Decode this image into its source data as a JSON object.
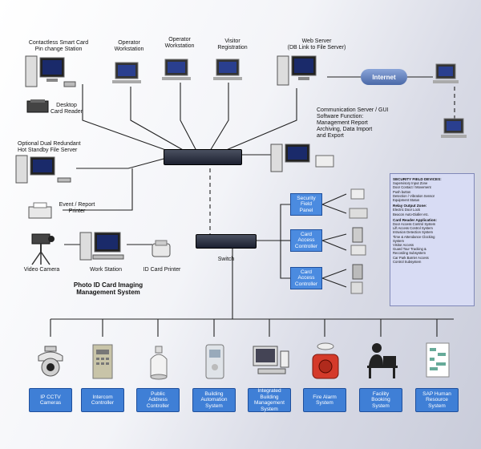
{
  "labels": {
    "contactless": "Contactless Smart Card\nPin change Station",
    "op1": "Operator\nWorkstation",
    "op2": "Operator\nWorkstation",
    "visitor": "Visitor\nRegistration",
    "webserver": "Web Server\n(DB Link to File Server)",
    "internet": "Internet",
    "desktop_reader": "Desktop\nCard Reader",
    "comm_server": "Communication Server / GUI\nSoftware Function:\nManagement Report\nArchiving, Data Import\nand Export",
    "hot_standby": "Optional Dual Redundant\nHot Standby File Server",
    "event_printer": "Event / Report\nPrinter",
    "video_camera": "Video Camera",
    "workstation": "Work Station",
    "id_printer": "ID Card Printer",
    "photo_id": "Photo ID Card Imaging\nManagement System",
    "switch": "Switch",
    "security_panel": "Security\nField\nPanel",
    "cac1": "Card\nAccess\nController",
    "cac2": "Card\nAccess\nController"
  },
  "security_field_devices": {
    "title": "SECURITY FIELD DEVICES:",
    "items": [
      "Supervisory Input Zone",
      "Door Contact / Movement",
      "Push button",
      "Detection / Vibration Sensor",
      "Equipment Status"
    ],
    "relay_title": "Relay Output Zone:",
    "relay_items": [
      "Electric Door Lock",
      "Beacon Auto-Dialler etc."
    ],
    "reader_title": "Card Reader Application:",
    "reader_items": [
      "Door Access Control System",
      "Lift Access Control System",
      "Intrusion Detection System",
      "Time & Attendance Clocking",
      "System",
      "Visitor Access",
      "Guard Tour Tracking &",
      "Recording Subsystem",
      "Car Park Barrier Access",
      "Control Subsystem"
    ]
  },
  "bottom_systems": [
    {
      "label": "IP CCTV\nCameras",
      "icon": "dome-camera-icon"
    },
    {
      "label": "Intercom\nController",
      "icon": "intercom-panel-icon"
    },
    {
      "label": "Public\nAddress\nController",
      "icon": "speaker-icon"
    },
    {
      "label": "Building\nAutomation\nSystem",
      "icon": "thermostat-icon"
    },
    {
      "label": "Integrated\nBuilding\nManagement\nSystem",
      "icon": "computer-icon"
    },
    {
      "label": "Fire Alarm\nSystem",
      "icon": "fire-alarm-icon"
    },
    {
      "label": "Facility\nBooking\nSystem",
      "icon": "operator-desk-icon"
    },
    {
      "label": "SAP Human\nResource\nSystem",
      "icon": "chart-sheet-icon"
    }
  ],
  "colors": {
    "box": "#3f7fd6",
    "line": "#222222",
    "panel": "#d8dcf4"
  }
}
